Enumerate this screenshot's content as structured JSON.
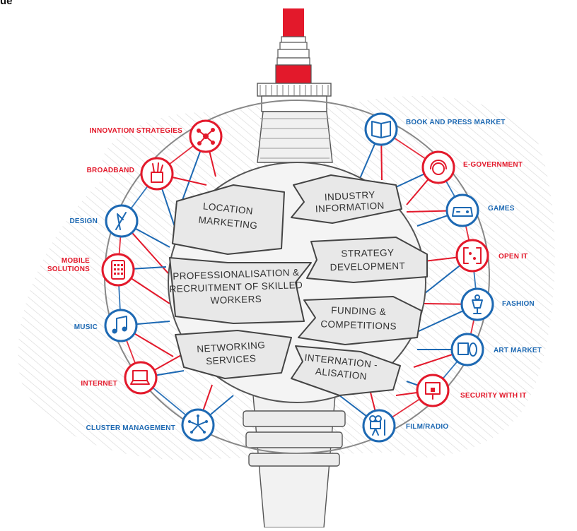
{
  "corner_text": "ue",
  "colors": {
    "red": "#e3192b",
    "blue": "#1d69b3",
    "gray": "#7d7d7d",
    "segment_fill": "#e8e8e8"
  },
  "segments": {
    "location": [
      "LOCATION",
      "MARKETING"
    ],
    "industry": [
      "INDUSTRY",
      "INFORMATION"
    ],
    "professional": [
      "PROFESSIONALISATION &",
      "RECRUITMENT OF SKILLED",
      "WORKERS"
    ],
    "strategy": [
      "STRATEGY",
      "DEVELOPMENT"
    ],
    "funding": [
      "FUNDING &",
      "COMPETITIONS"
    ],
    "networking": [
      "NETWORKING",
      "SERVICES"
    ],
    "international": [
      "INTERNATION -",
      "ALISATION"
    ]
  },
  "left_nodes": [
    {
      "key": "innovation",
      "label": [
        "INNOVATION STRATEGIES"
      ],
      "color": "red",
      "icon": "network-icon"
    },
    {
      "key": "broadband",
      "label": [
        "BROADBAND"
      ],
      "color": "red",
      "icon": "pencil-cup-icon"
    },
    {
      "key": "design",
      "label": [
        "DESIGN"
      ],
      "color": "blue",
      "icon": "design-tools-icon"
    },
    {
      "key": "mobile",
      "label": [
        "MOBILE",
        "SOLUTIONS"
      ],
      "color": "red",
      "icon": "mobile-phone-icon"
    },
    {
      "key": "music",
      "label": [
        "MUSIC"
      ],
      "color": "blue",
      "icon": "music-note-icon"
    },
    {
      "key": "internet",
      "label": [
        "INTERNET"
      ],
      "color": "red",
      "icon": "laptop-icon"
    },
    {
      "key": "cluster",
      "label": [
        "CLUSTER MANAGEMENT"
      ],
      "color": "blue",
      "icon": "arrows-icon"
    }
  ],
  "right_nodes": [
    {
      "key": "book",
      "label": [
        "BOOK AND PRESS MARKET"
      ],
      "color": "blue",
      "icon": "book-icon"
    },
    {
      "key": "egov",
      "label": [
        "E-GOVERNMENT"
      ],
      "color": "red",
      "icon": "headset-icon"
    },
    {
      "key": "games",
      "label": [
        "GAMES"
      ],
      "color": "blue",
      "icon": "gamepad-icon"
    },
    {
      "key": "openit",
      "label": [
        "OPEN IT"
      ],
      "color": "red",
      "icon": "brackets-icon"
    },
    {
      "key": "fashion",
      "label": [
        "FASHION"
      ],
      "color": "blue",
      "icon": "mannequin-icon"
    },
    {
      "key": "artmarket",
      "label": [
        "ART MARKET"
      ],
      "color": "blue",
      "icon": "art-icon"
    },
    {
      "key": "security",
      "label": [
        "SECURITY WITH IT"
      ],
      "color": "red",
      "icon": "lock-icon"
    },
    {
      "key": "film",
      "label": [
        "FILM/RADIO"
      ],
      "color": "blue",
      "icon": "camera-icon"
    }
  ]
}
